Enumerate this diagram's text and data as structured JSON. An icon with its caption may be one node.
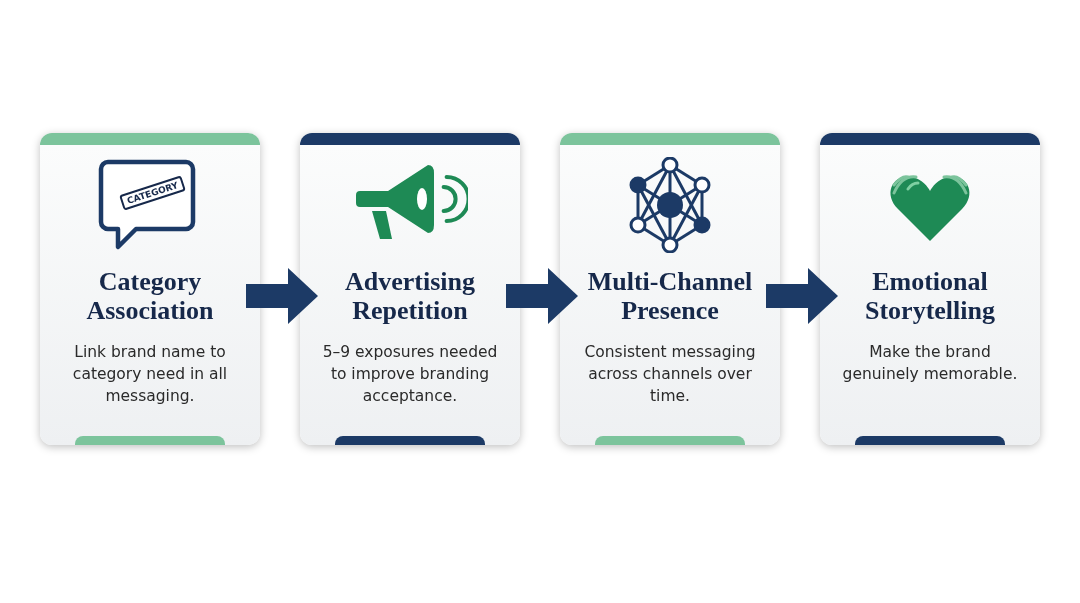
{
  "diagram": {
    "nodes": [
      {
        "text": [
          "Category Association",
          "Link brand name to category need in all messaging."
        ]
      },
      {
        "text": [
          "Advertising Repetition",
          "5–9 exposures needed to improve branding acceptance."
        ]
      },
      {
        "text": [
          "Multi-Channel Presence",
          "Consistent messaging across channels over time."
        ]
      },
      {
        "text": [
          "Emotional Storytelling",
          "Make the brand genuinely memorable."
        ]
      }
    ],
    "edges": [
      {
        "from": 0,
        "to": 1,
        "arrow": "to"
      },
      {
        "from": 1,
        "to": 2,
        "arrow": "to"
      },
      {
        "from": 2,
        "to": 3,
        "arrow": "to"
      }
    ],
    "labels": [
      "CATEGORY"
    ]
  }
}
